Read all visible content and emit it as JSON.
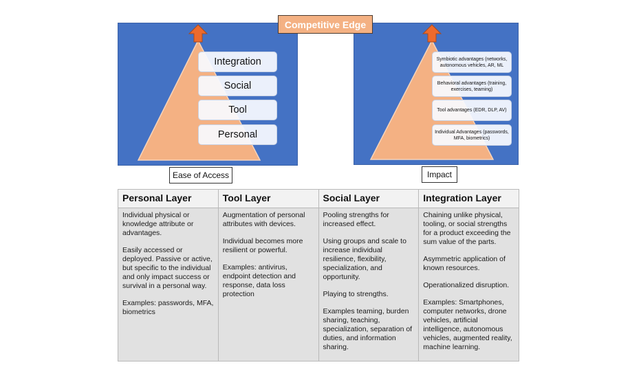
{
  "title_banner": "Competitive Edge",
  "colors": {
    "panel_blue": "#4472c4",
    "pyramid_peach": "#f4b183",
    "arrow_orange": "#ed6a2c",
    "banner_fill": "#f4b183"
  },
  "left_diagram": {
    "caption": "Ease of Access",
    "layers": [
      "Integration",
      "Social",
      "Tool",
      "Personal"
    ]
  },
  "right_diagram": {
    "caption": "Impact",
    "layers": [
      "Symbiotic advantages (networks, autonomous vehicles, AR, ML",
      "Behavioral advantages (training, exercises, teaming)",
      "Tool advantages (EDR, DLP, AV)",
      "Individual Advantages (passwords, MFA, biometrics)"
    ]
  },
  "table": {
    "columns": [
      {
        "header": "Personal Layer",
        "paragraphs": [
          "Individual physical or knowledge attribute or advantages.",
          "Easily accessed or deployed. Passive or active, but specific to the individual and only impact success or survival in a personal way.",
          "Examples: passwords, MFA, biometrics"
        ]
      },
      {
        "header": "Tool Layer",
        "paragraphs": [
          "Augmentation of personal attributes with devices.",
          "Individual becomes more resilient or powerful.",
          "Examples: antivirus, endpoint detection and response, data loss protection"
        ]
      },
      {
        "header": "Social Layer",
        "paragraphs": [
          "Pooling strengths for increased effect.",
          "Using groups and scale to increase individual resilience, flexibility, specialization, and opportunity.",
          "Playing to strengths.",
          "Examples teaming, burden sharing, teaching, specialization, separation of duties, and information sharing."
        ]
      },
      {
        "header": "Integration Layer",
        "paragraphs": [
          "Chaining unlike physical, tooling, or social strengths for a product exceeding the sum value of the parts.",
          "Asymmetric application of known resources.",
          "Operationalized disruption.",
          "Examples: Smartphones, computer networks, drone vehicles, artificial intelligence, autonomous vehicles, augmented reality, machine learning."
        ]
      }
    ]
  }
}
